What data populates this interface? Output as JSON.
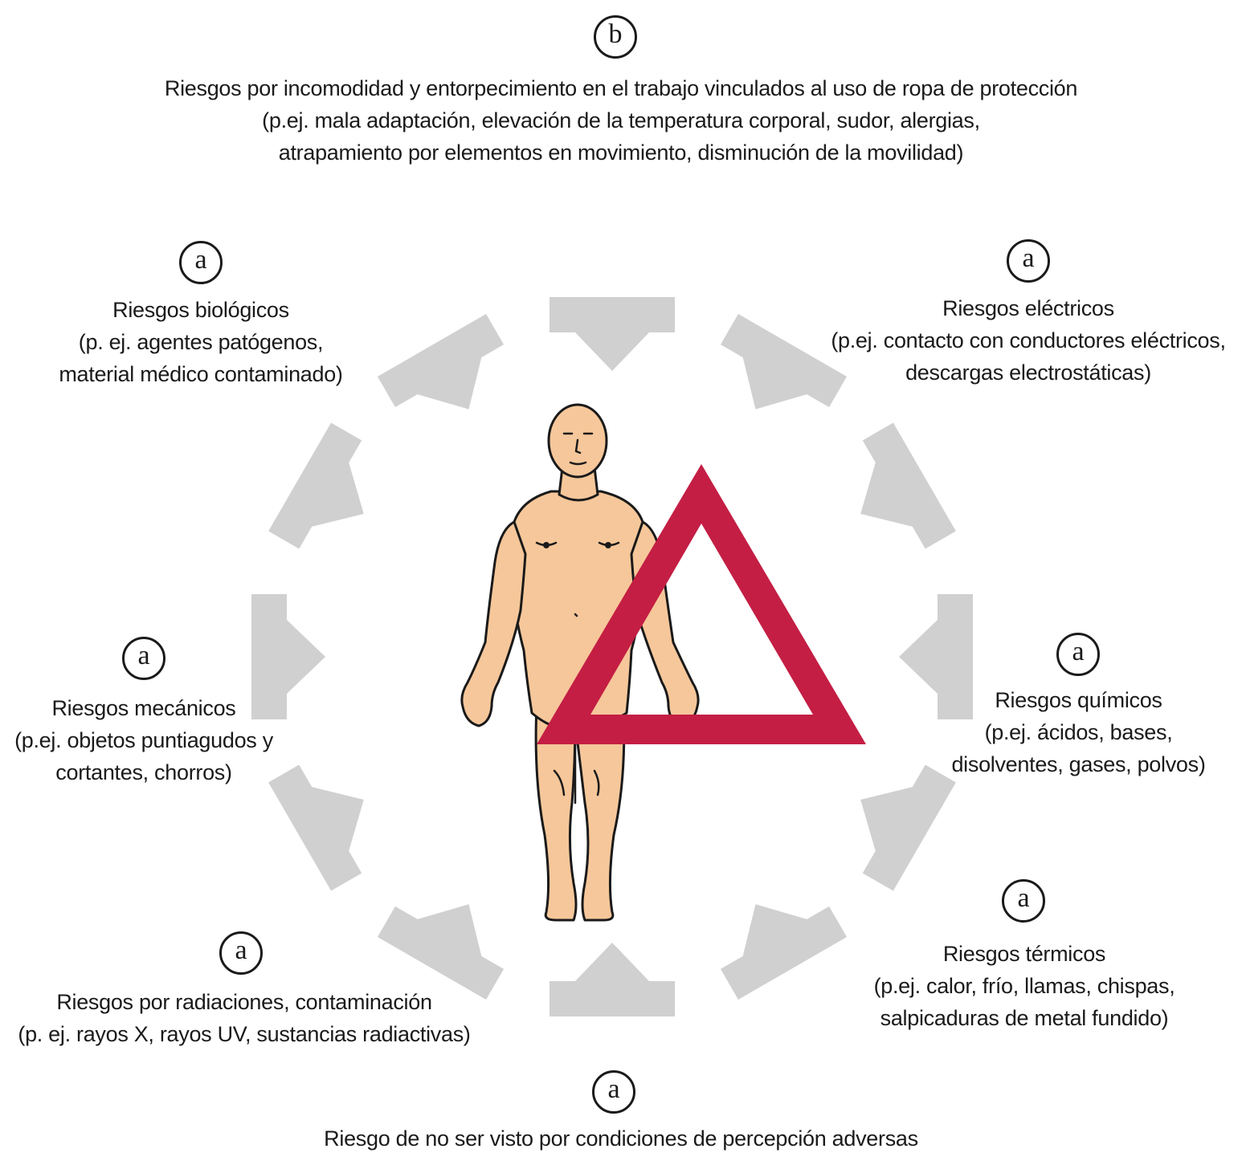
{
  "badges": {
    "b": "b",
    "a": "a"
  },
  "top": {
    "lines": [
      "Riesgos por incomodidad y entorpecimiento en el trabajo vinculados al uso de ropa de protección",
      "(p.ej. mala adaptación, elevación de la temperatura corporal, sudor, alergias,",
      "atrapamiento por elementos en movimiento, disminución de la movilidad)"
    ]
  },
  "biologicos": {
    "lines": [
      "Riesgos biológicos",
      "(p. ej. agentes patógenos,",
      "material médico contaminado)"
    ]
  },
  "electricos": {
    "lines": [
      "Riesgos eléctricos",
      "(p.ej. contacto con conductores eléctricos,",
      "descargas electrostáticas)"
    ]
  },
  "mecanicos": {
    "lines": [
      "Riesgos mecánicos",
      "(p.ej. objetos puntiagudos y",
      "cortantes, chorros)"
    ]
  },
  "quimicos": {
    "lines": [
      "Riesgos químicos",
      "(p.ej. ácidos, bases,",
      "disolventes, gases, polvos)"
    ]
  },
  "radiaciones": {
    "lines": [
      "Riesgos por radiaciones, contaminación",
      "(p. ej. rayos X, rayos UV, sustancias radiactivas)"
    ]
  },
  "termicos": {
    "lines": [
      "Riesgos térmicos",
      "(p.ej.  calor, frío, llamas, chispas,",
      "salpicaduras de metal fundido)"
    ]
  },
  "bottom": {
    "lines": [
      "Riesgo de no ser visto por condiciones de percepción adversas"
    ]
  },
  "colors": {
    "arrow": "#d0d0d0",
    "skin": "#f6c79a",
    "outline": "#1a1a1a",
    "warning_triangle": "#c41e44"
  }
}
